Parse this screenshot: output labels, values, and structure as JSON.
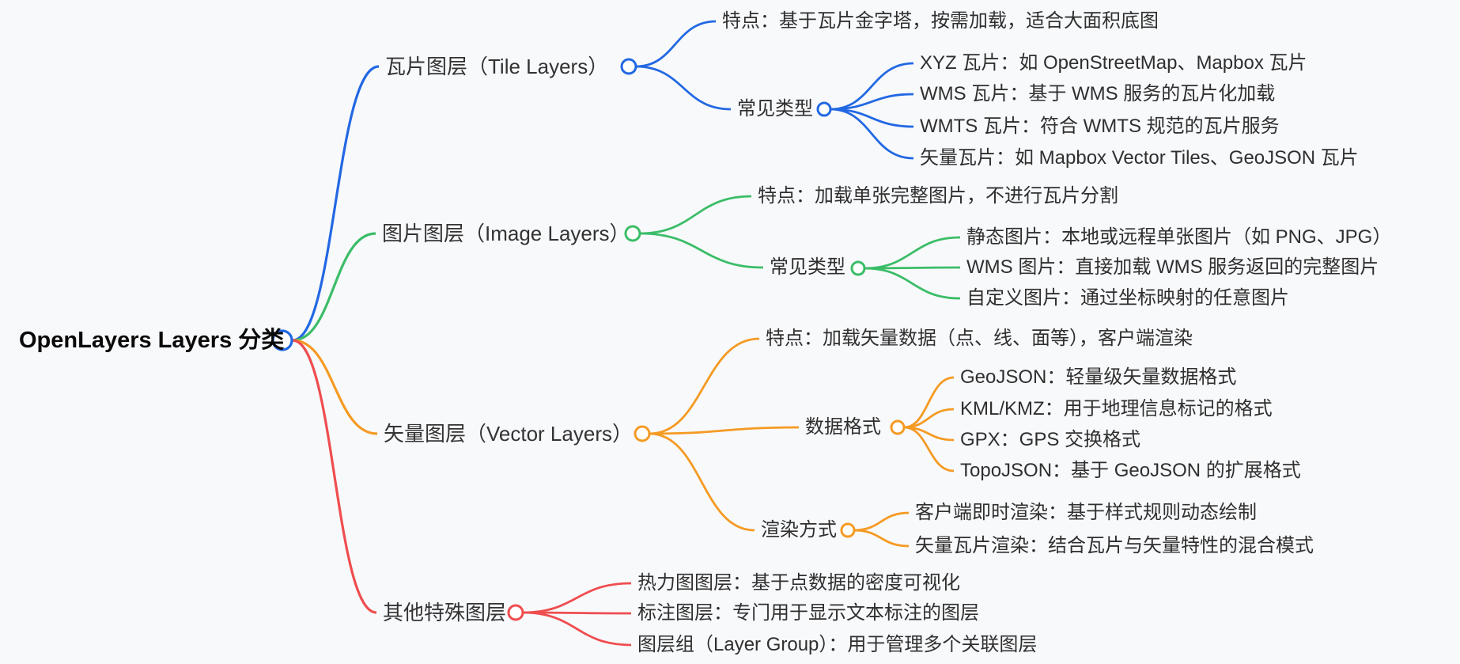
{
  "canvas": {
    "background": "#f8f9fb",
    "text_color": "#2f2f2f"
  },
  "root": {
    "label": "OpenLayers Layers 分类"
  },
  "branches": [
    {
      "label": "瓦片图层（Tile Layers）",
      "color": "#2268e3",
      "children": [
        {
          "label": "特点：基于瓦片金字塔，按需加载，适合大面积底图"
        },
        {
          "label": "常见类型",
          "children": [
            {
              "label": "XYZ 瓦片：如 OpenStreetMap、Mapbox 瓦片"
            },
            {
              "label": "WMS 瓦片：基于 WMS 服务的瓦片化加载"
            },
            {
              "label": "WMTS 瓦片：符合 WMTS 规范的瓦片服务"
            },
            {
              "label": "矢量瓦片：如 Mapbox Vector Tiles、GeoJSON 瓦片"
            }
          ]
        }
      ]
    },
    {
      "label": "图片图层（Image Layers）",
      "color": "#3bbd68",
      "children": [
        {
          "label": "特点：加载单张完整图片，不进行瓦片分割"
        },
        {
          "label": "常见类型",
          "children": [
            {
              "label": "静态图片：本地或远程单张图片（如 PNG、JPG）"
            },
            {
              "label": "WMS 图片：直接加载 WMS 服务返回的完整图片"
            },
            {
              "label": "自定义图片：通过坐标映射的任意图片"
            }
          ]
        }
      ]
    },
    {
      "label": "矢量图层（Vector Layers）",
      "color": "#f59a23",
      "children": [
        {
          "label": "特点：加载矢量数据（点、线、面等），客户端渲染"
        },
        {
          "label": "数据格式",
          "children": [
            {
              "label": "GeoJSON：轻量级矢量数据格式"
            },
            {
              "label": "KML/KMZ：用于地理信息标记的格式"
            },
            {
              "label": "GPX：GPS 交换格式"
            },
            {
              "label": "TopoJSON：基于 GeoJSON 的扩展格式"
            }
          ]
        },
        {
          "label": "渲染方式",
          "children": [
            {
              "label": "客户端即时渲染：基于样式规则动态绘制"
            },
            {
              "label": "矢量瓦片渲染：结合瓦片与矢量特性的混合模式"
            }
          ]
        }
      ]
    },
    {
      "label": "其他特殊图层",
      "color": "#ef4d4f",
      "children": [
        {
          "label": "热力图图层：基于点数据的密度可视化"
        },
        {
          "label": "标注图层：专门用于显示文本标注的图层"
        },
        {
          "label": "图层组（Layer Group）：用于管理多个关联图层"
        }
      ]
    }
  ]
}
